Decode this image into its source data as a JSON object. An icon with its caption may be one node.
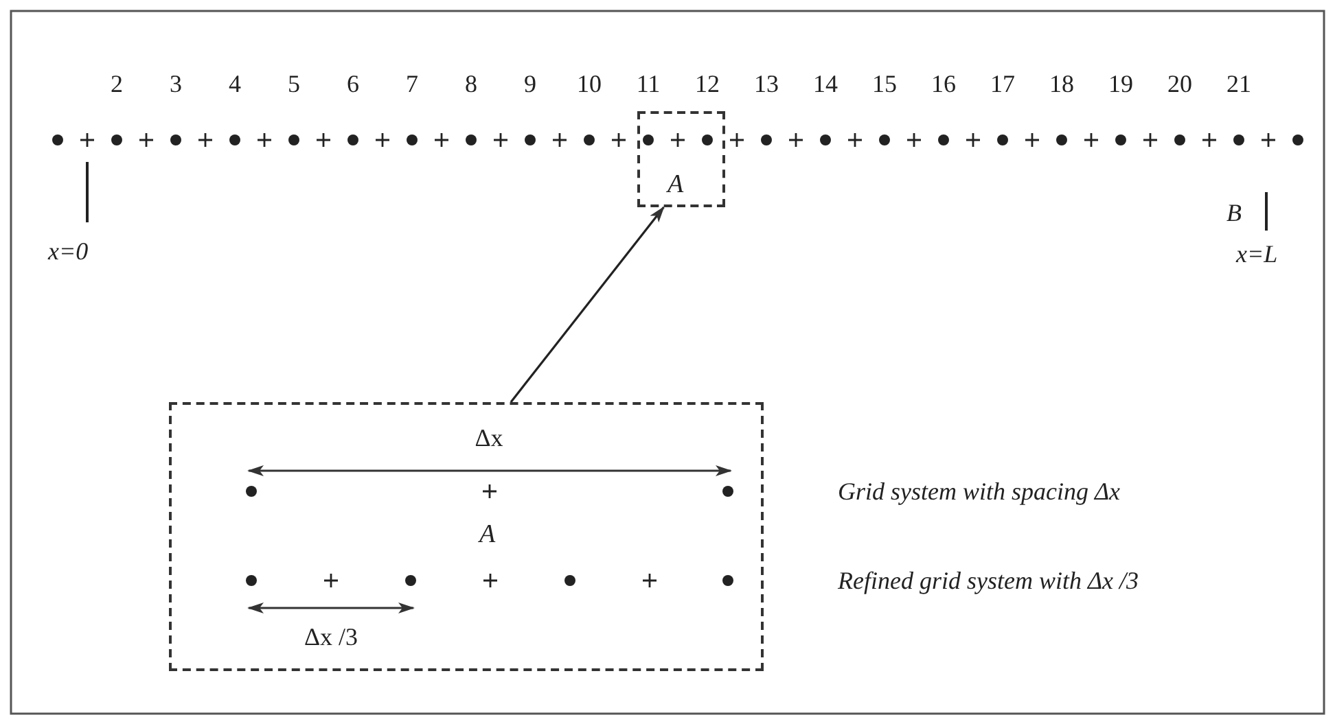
{
  "diagram": {
    "nodes": [
      {
        "text": [
          "A"
        ]
      },
      {
        "text": [
          "A"
        ]
      }
    ],
    "edges": [
      {
        "from": 1,
        "to": 0,
        "arrow": "to"
      }
    ],
    "labels": [
      "2",
      "3",
      "4",
      "5",
      "6",
      "7",
      "8",
      "9",
      "10",
      "11",
      "12",
      "13",
      "14",
      "15",
      "16",
      "17",
      "18",
      "19",
      "20",
      "21",
      "x=0",
      "B",
      "x=L",
      "Δx",
      "Grid system with spacing  Δx",
      "Refined grid system with  Δx /3",
      "Δx /3"
    ]
  }
}
